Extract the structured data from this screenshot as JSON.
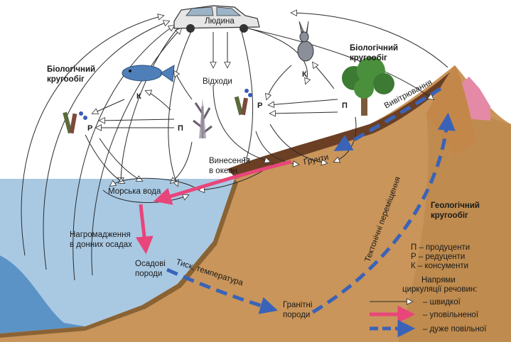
{
  "labels": {
    "human": "Людина",
    "waste": "Відходи",
    "bio_cycle_left": [
      "Біологічний",
      "кругообіг"
    ],
    "bio_cycle_right": [
      "Біологічний",
      "кругообіг"
    ],
    "geo_cycle": [
      "Геологічний",
      "кругообіг"
    ],
    "weathering": "Вивітрювання",
    "soils": "Ґрунти",
    "ocean_removal": [
      "Винесення",
      "в океан"
    ],
    "sea_water": "Морська вода",
    "accumulation": [
      "Нагромадження",
      "в донних осадах"
    ],
    "sedimentary": [
      "Осадові",
      "породи"
    ],
    "pressure": "Тиск, температура",
    "granite": [
      "Гранітні",
      "породи"
    ],
    "tectonic": "Тектонічні переміщення",
    "K": "К",
    "P": "Р",
    "Pr": "П"
  },
  "legend": {
    "defs": [
      "П – продуценти",
      "Р – редуценти",
      "К – консументи"
    ],
    "title": [
      "Напрями",
      "циркуляції речовин:"
    ],
    "fast": "– швидкої",
    "slow": "– уповільненої",
    "very_slow": "– дуже повільної"
  },
  "colors": {
    "water": "#a9c9e3",
    "water_deep": "#5b93c7",
    "land": "#c9955a",
    "land_dark": "#a87543",
    "soil": "#6b3f24",
    "slow_arrow": "#e8457a",
    "very_slow_arrow": "#3a63b8",
    "mountain_pink": "#e48aa6"
  }
}
